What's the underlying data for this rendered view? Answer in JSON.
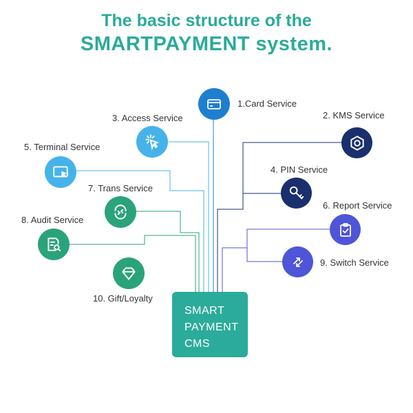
{
  "title": {
    "line1": "The basic structure of the",
    "line2": "SMARTPAYMENT system."
  },
  "cms": {
    "line1": "SMART",
    "line2": "PAYMENT",
    "line3": "CMS"
  },
  "services": {
    "card": {
      "label": "1.Card Service",
      "icon": "card-icon",
      "color": "#1e7fd0"
    },
    "kms": {
      "label": "2. KMS Service",
      "icon": "hexagon-nut-icon",
      "color": "#1a2f6d"
    },
    "access": {
      "label": "3. Access Service",
      "icon": "click-cursor-icon",
      "color": "#45b3ea"
    },
    "pin": {
      "label": "4. PIN Service",
      "icon": "key-icon",
      "color": "#1a2f6d"
    },
    "terminal": {
      "label": "5. Terminal Service",
      "icon": "monitor-icon",
      "color": "#45b3ea"
    },
    "report": {
      "label": "6. Report Service",
      "icon": "clipboard-check-icon",
      "color": "#4f55d8"
    },
    "trans": {
      "label": "7. Trans Service",
      "icon": "refresh-icon",
      "color": "#2aa37a"
    },
    "audit": {
      "label": "8. Audit Service",
      "icon": "document-search-icon",
      "color": "#2aa37a"
    },
    "switch": {
      "label": "9. Switch Service",
      "icon": "swap-arrows-icon",
      "color": "#4f55d8"
    },
    "gift": {
      "label": "10. Gift/Loyalty",
      "icon": "diamond-icon",
      "color": "#2aa37a"
    }
  }
}
